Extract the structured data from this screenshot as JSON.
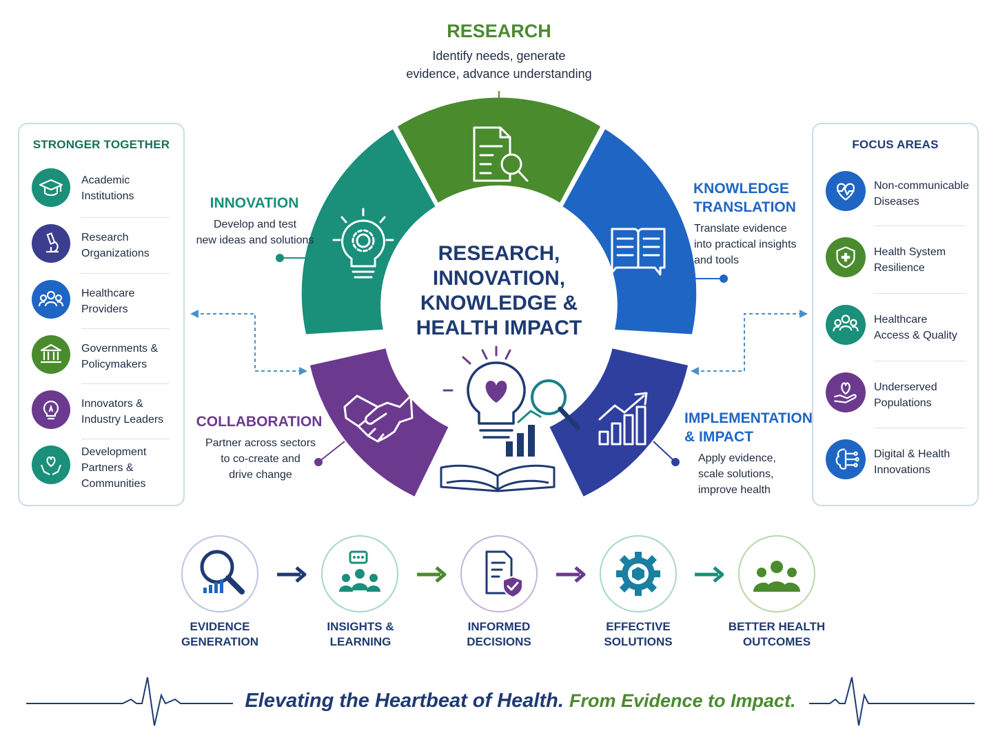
{
  "colors": {
    "navy": "#1e3a72",
    "green": "#4a8b2e",
    "teal": "#1a8f7a",
    "blue": "#1f66c4",
    "purple": "#6b3a8e",
    "indigo": "#2f3f9e"
  },
  "research": {
    "title": "RESEARCH",
    "desc_line1": "Identify needs, generate",
    "desc_line2": "evidence, advance understanding",
    "icon": "document-search-icon"
  },
  "innovation": {
    "title": "INNOVATION",
    "desc_line1": "Develop and test",
    "desc_line2": "new ideas and solutions",
    "icon": "lightbulb-gear-icon"
  },
  "knowledge": {
    "title_line1": "KNOWLEDGE",
    "title_line2": "TRANSLATION",
    "desc_line1": "Translate evidence",
    "desc_line2": "into practical insights",
    "desc_line3": "and tools",
    "icon": "open-book-chat-icon"
  },
  "collaboration": {
    "title": "COLLABORATION",
    "desc_line1": "Partner across sectors",
    "desc_line2": "to co-create and",
    "desc_line3": "drive change",
    "icon": "handshake-icon"
  },
  "implementation": {
    "title_line1": "IMPLEMENTATION",
    "title_line2": "& IMPACT",
    "desc_line1": "Apply evidence,",
    "desc_line2": "scale solutions,",
    "desc_line3": "improve health",
    "icon": "growth-chart-icon"
  },
  "center": {
    "line1": "RESEARCH,",
    "line2": "INNOVATION,",
    "line3": "KNOWLEDGE &",
    "line4": "HEALTH IMPACT"
  },
  "left_panel": {
    "title": "STRONGER TOGETHER",
    "items": [
      {
        "line1": "Academic",
        "line2": "Institutions",
        "line3": "",
        "icon": "graduation-cap-icon"
      },
      {
        "line1": "Research",
        "line2": "Organizations",
        "line3": "",
        "icon": "microscope-icon"
      },
      {
        "line1": "Healthcare",
        "line2": "Providers",
        "line3": "",
        "icon": "people-group-icon"
      },
      {
        "line1": "Governments &",
        "line2": "Policymakers",
        "line3": "",
        "icon": "government-building-icon"
      },
      {
        "line1": "Innovators &",
        "line2": "Industry Leaders",
        "line3": "",
        "icon": "lightbulb-icon"
      },
      {
        "line1": "Development",
        "line2": "Partners &",
        "line3": "Communities",
        "icon": "hands-heart-icon"
      }
    ]
  },
  "right_panel": {
    "title": "FOCUS AREAS",
    "items": [
      {
        "line1": "Non-communicable",
        "line2": "Diseases",
        "icon": "heart-pulse-icon"
      },
      {
        "line1": "Health System",
        "line2": "Resilience",
        "icon": "shield-cross-icon"
      },
      {
        "line1": "Healthcare",
        "line2": "Access & Quality",
        "icon": "people-icon"
      },
      {
        "line1": "Underserved",
        "line2": "Populations",
        "icon": "hand-heart-icon"
      },
      {
        "line1": "Digital & Health",
        "line2": "Innovations",
        "icon": "digital-brain-icon"
      }
    ]
  },
  "flow": [
    {
      "line1": "EVIDENCE",
      "line2": "GENERATION",
      "icon": "magnifier-chart-icon"
    },
    {
      "line1": "INSIGHTS &",
      "line2": "LEARNING",
      "icon": "team-chat-icon"
    },
    {
      "line1": "INFORMED",
      "line2": "DECISIONS",
      "icon": "document-shield-icon"
    },
    {
      "line1": "EFFECTIVE",
      "line2": "SOLUTIONS",
      "icon": "gear-cube-icon"
    },
    {
      "line1": "BETTER HEALTH",
      "line2": "OUTCOMES",
      "icon": "community-icon"
    }
  ],
  "footer": {
    "tagline_part1": "Elevating the Heartbeat of Health.",
    "tagline_part2": "From Evidence to Impact."
  }
}
